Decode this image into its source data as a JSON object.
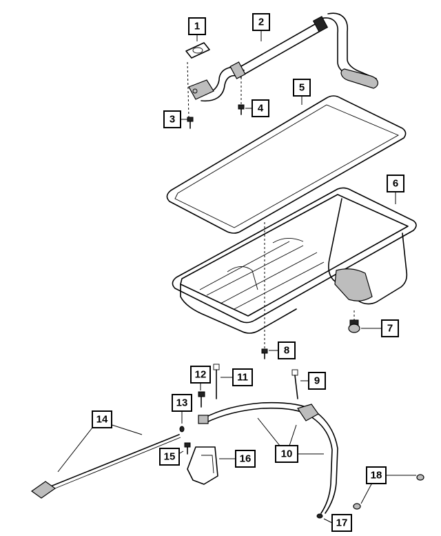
{
  "callouts": [
    {
      "id": "1",
      "label": "1"
    },
    {
      "id": "2",
      "label": "2"
    },
    {
      "id": "3",
      "label": "3"
    },
    {
      "id": "4",
      "label": "4"
    },
    {
      "id": "5",
      "label": "5"
    },
    {
      "id": "6",
      "label": "6"
    },
    {
      "id": "7",
      "label": "7"
    },
    {
      "id": "8",
      "label": "8"
    },
    {
      "id": "9",
      "label": "9"
    },
    {
      "id": "10",
      "label": "10"
    },
    {
      "id": "11",
      "label": "11"
    },
    {
      "id": "12",
      "label": "12"
    },
    {
      "id": "13",
      "label": "13"
    },
    {
      "id": "14",
      "label": "14"
    },
    {
      "id": "15",
      "label": "15"
    },
    {
      "id": "16",
      "label": "16"
    },
    {
      "id": "17",
      "label": "17"
    },
    {
      "id": "18",
      "label": "18"
    }
  ],
  "parts": [
    {
      "callout": "1",
      "icon": "pickup-tube-gasket-icon"
    },
    {
      "callout": "2",
      "icon": "oil-pickup-tube-icon"
    },
    {
      "callout": "3",
      "icon": "bolt-icon"
    },
    {
      "callout": "4",
      "icon": "bolt-icon"
    },
    {
      "callout": "5",
      "icon": "oil-pan-gasket-icon"
    },
    {
      "callout": "6",
      "icon": "oil-pan-icon"
    },
    {
      "callout": "7",
      "icon": "drain-plug-icon"
    },
    {
      "callout": "8",
      "icon": "bolt-icon"
    },
    {
      "callout": "9",
      "icon": "bolt-icon"
    },
    {
      "callout": "10",
      "icon": "dipstick-tube-icon"
    },
    {
      "callout": "11",
      "icon": "stud-icon"
    },
    {
      "callout": "12",
      "icon": "bolt-icon"
    },
    {
      "callout": "13",
      "icon": "o-ring-icon"
    },
    {
      "callout": "14",
      "icon": "dipstick-icon"
    },
    {
      "callout": "15",
      "icon": "bolt-icon"
    },
    {
      "callout": "16",
      "icon": "bracket-icon"
    },
    {
      "callout": "17",
      "icon": "o-ring-icon"
    },
    {
      "callout": "18",
      "icon": "nut-icon"
    }
  ]
}
